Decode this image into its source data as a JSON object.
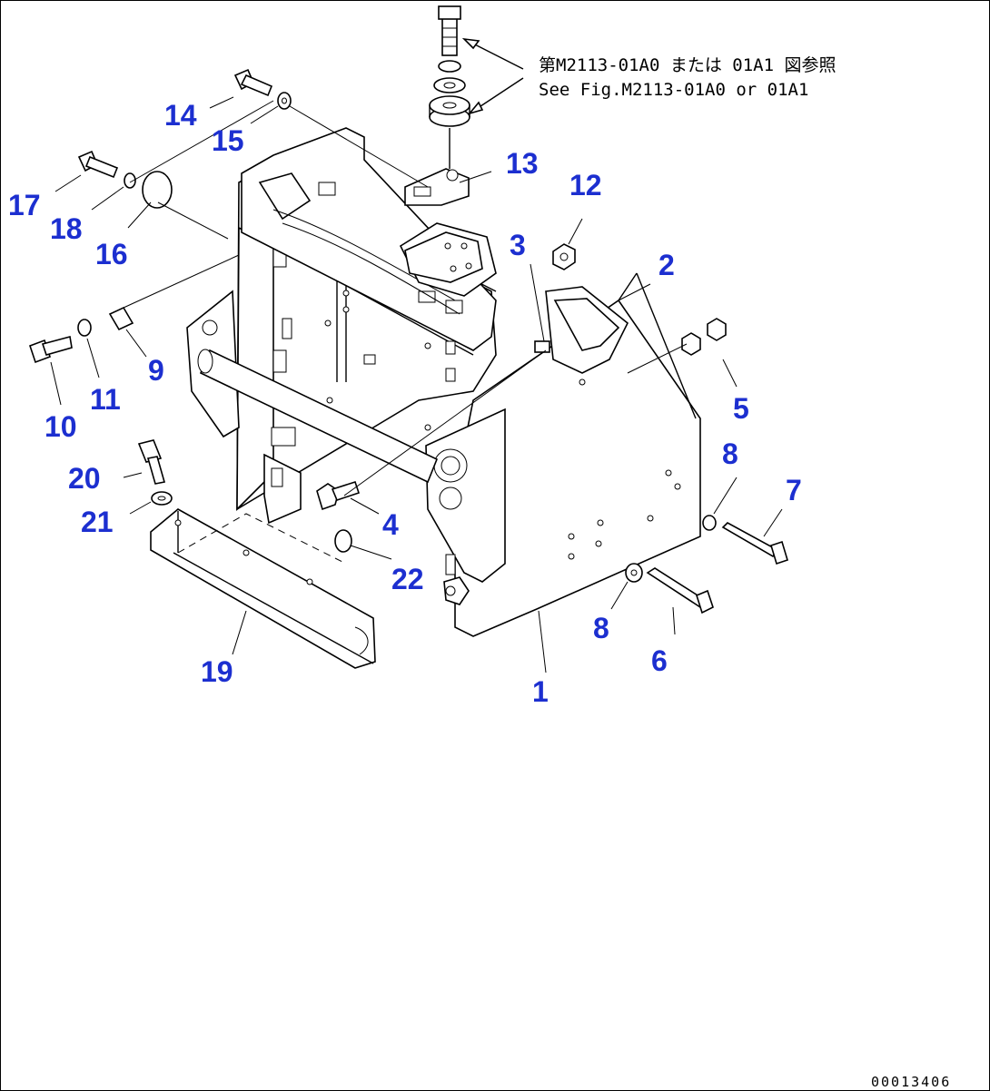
{
  "reference_note": {
    "line1": "第M2113-01A0 または 01A1 図参照",
    "line2": "See Fig.M2113-01A0 or 01A1"
  },
  "drawing_code": "00013406",
  "callouts": [
    "1",
    "2",
    "3",
    "4",
    "5",
    "6",
    "7",
    "8",
    "8",
    "9",
    "10",
    "11",
    "12",
    "13",
    "14",
    "15",
    "16",
    "17",
    "18",
    "19",
    "20",
    "21",
    "22"
  ]
}
